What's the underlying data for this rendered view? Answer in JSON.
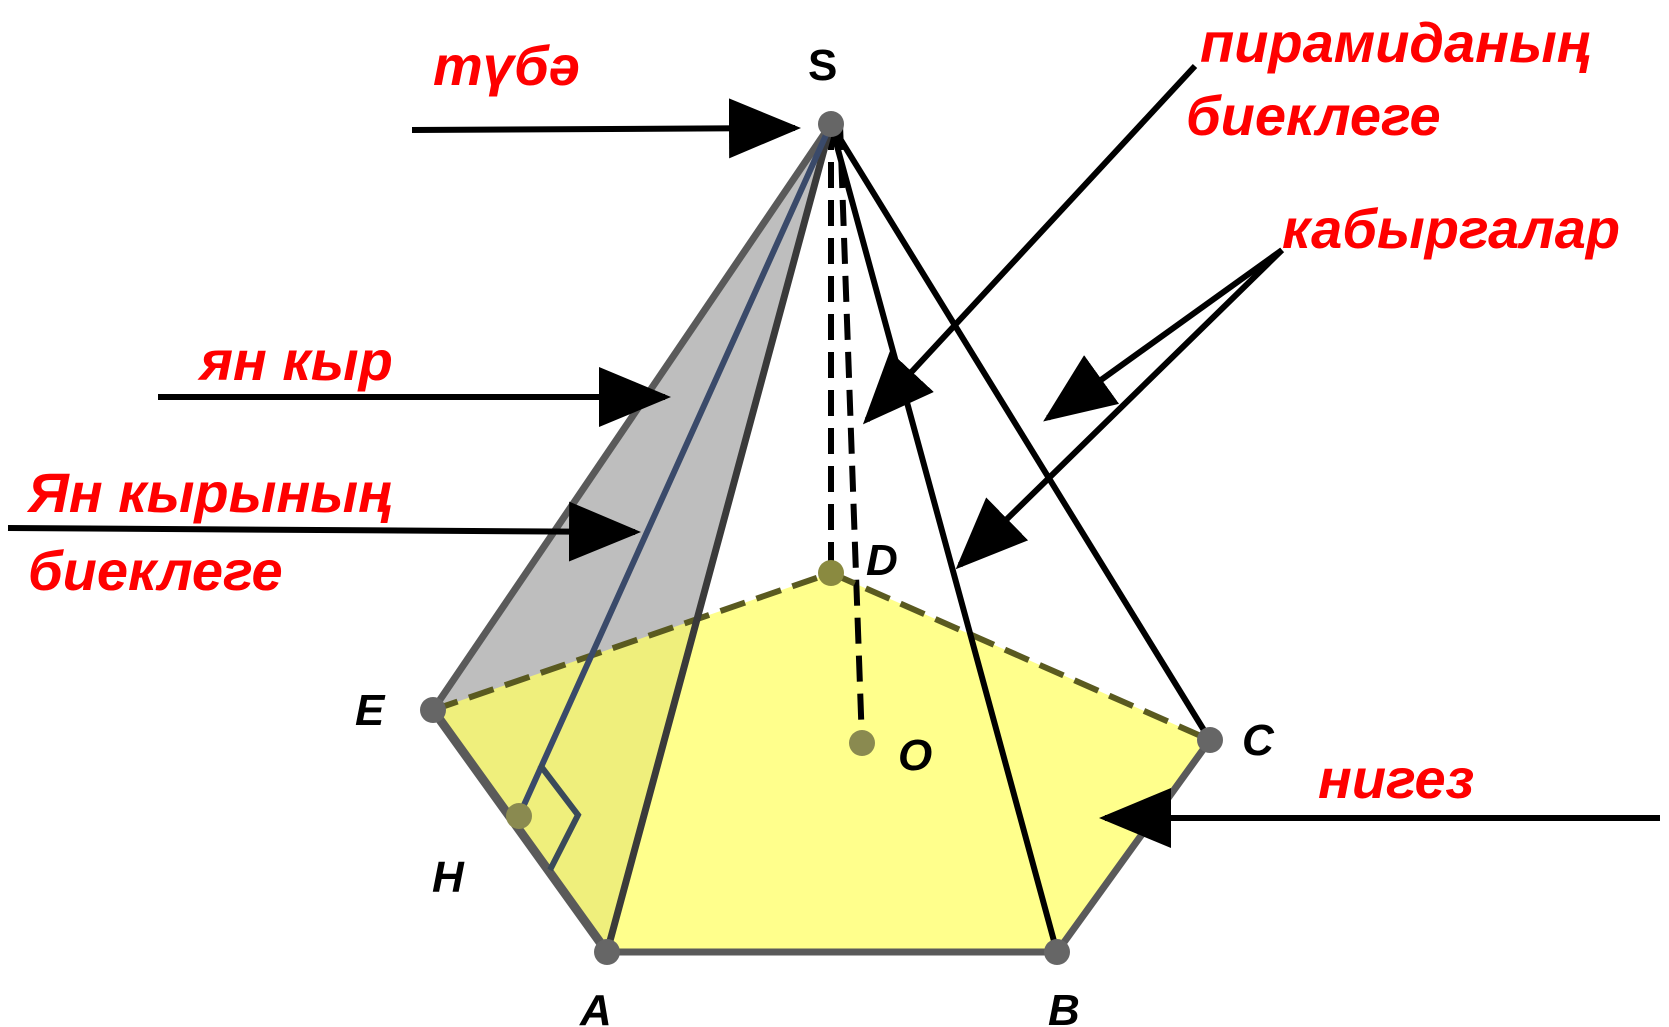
{
  "vertices": {
    "S": "S",
    "A": "A",
    "B": "B",
    "C": "C",
    "D": "D",
    "E": "E",
    "H": "H",
    "O": "O"
  },
  "terms": {
    "apex": "түбә",
    "pyramid_height_line1": "пирамиданың",
    "pyramid_height_line2": "биеклеге",
    "edges": "кабыргалар",
    "lateral_edge": "ян кыр",
    "lateral_height_line1": "Ян кырының",
    "lateral_height_line2": "биеклеге",
    "base": "нигез"
  },
  "colors": {
    "term_text": "#ff0000",
    "base_fill": "#ffff66",
    "lateral_face_fill": "#b3b3b3",
    "edge": "#000000",
    "base_edge": "#5a5a5a",
    "apothem": "#3a4a6a",
    "point": "#666666"
  }
}
